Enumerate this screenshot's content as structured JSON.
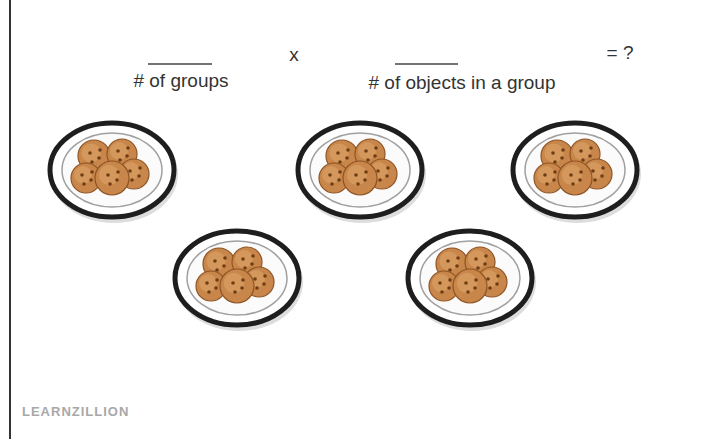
{
  "diagram": {
    "labels": [
      "x",
      "= ?",
      "# of groups",
      "# of objects in a group",
      "LEARNZILLION"
    ]
  }
}
